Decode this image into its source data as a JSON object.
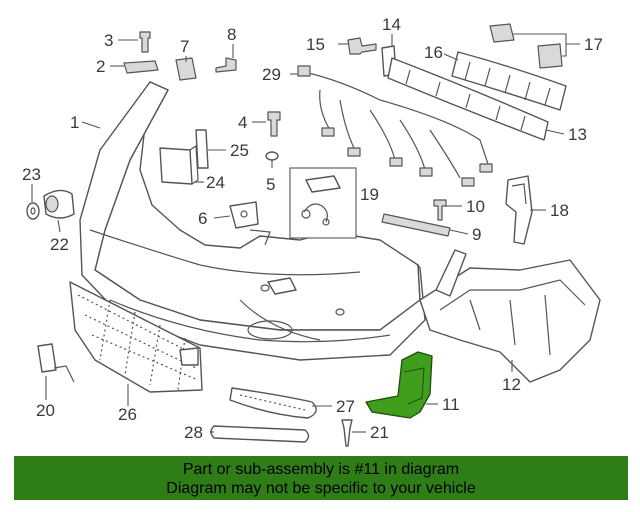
{
  "callouts": {
    "n1": "1",
    "n2": "2",
    "n3": "3",
    "n4": "4",
    "n5": "5",
    "n6": "6",
    "n7": "7",
    "n8": "8",
    "n9": "9",
    "n10": "10",
    "n11": "11",
    "n12": "12",
    "n13": "13",
    "n14": "14",
    "n15": "15",
    "n16": "16",
    "n17": "17",
    "n18": "18",
    "n19": "19",
    "n20": "20",
    "n21": "21",
    "n22": "22",
    "n23": "23",
    "n24": "24",
    "n25": "25",
    "n26": "26",
    "n27": "27",
    "n28": "28",
    "n29": "29"
  },
  "highlight": {
    "part_number": "11",
    "color": "#3f9e1c"
  },
  "footer": {
    "line1": "Part or sub-assembly is #11 in diagram",
    "line2": "Diagram may not be specific to your vehicle",
    "background": "#2e7d17"
  }
}
